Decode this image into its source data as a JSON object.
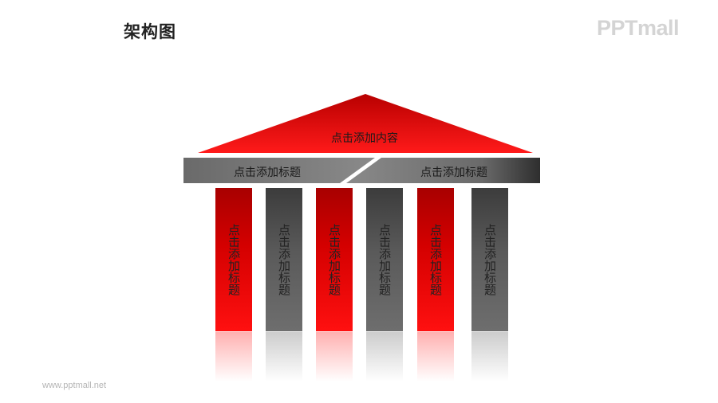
{
  "header": {
    "title": "架构图",
    "logo_text": "PPTmall"
  },
  "footer": {
    "url": "www.pptmall.net"
  },
  "diagram": {
    "roof_label": "点击添加内容",
    "beams": [
      {
        "label": "点击添加标题"
      },
      {
        "label": "点击添加标题"
      }
    ],
    "columns": [
      {
        "label": "点击添加标题",
        "color": "#d40000"
      },
      {
        "label": "点击添加标题",
        "color": "#5a5a5a"
      },
      {
        "label": "点击添加标题",
        "color": "#d40000"
      },
      {
        "label": "点击添加标题",
        "color": "#5a5a5a"
      },
      {
        "label": "点击添加标题",
        "color": "#d40000"
      },
      {
        "label": "点击添加标题",
        "color": "#5a5a5a"
      }
    ]
  },
  "colors": {
    "accent_red": "#e60000",
    "dark_gray": "#3a3a3a"
  }
}
